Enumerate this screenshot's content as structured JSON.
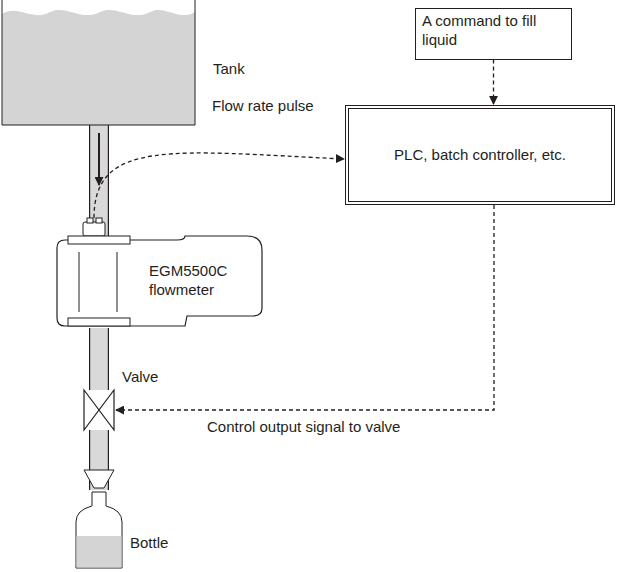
{
  "diagram": {
    "nodes": [
      {
        "text": [
          "Tank"
        ]
      },
      {
        "text": [
          "A command to fill liquid"
        ]
      },
      {
        "text": [
          "EGM5500C flowmeter"
        ]
      },
      {
        "text": [
          "PLC, batch controller, etc."
        ]
      },
      {
        "text": [
          "Valve"
        ]
      },
      {
        "text": [
          "Bottle"
        ]
      }
    ],
    "edges": [
      {
        "from": 0,
        "to": 2,
        "arrow": "to"
      },
      {
        "from": 2,
        "to": 3,
        "label": "Flow rate pulse",
        "arrow": "to"
      },
      {
        "from": 1,
        "to": 3,
        "arrow": "to"
      },
      {
        "from": 3,
        "to": 4,
        "label": "Control output signal to valve",
        "arrow": "to"
      },
      {
        "from": 2,
        "to": 4,
        "arrow": "none"
      },
      {
        "from": 4,
        "to": 5,
        "arrow": "none"
      }
    ]
  }
}
